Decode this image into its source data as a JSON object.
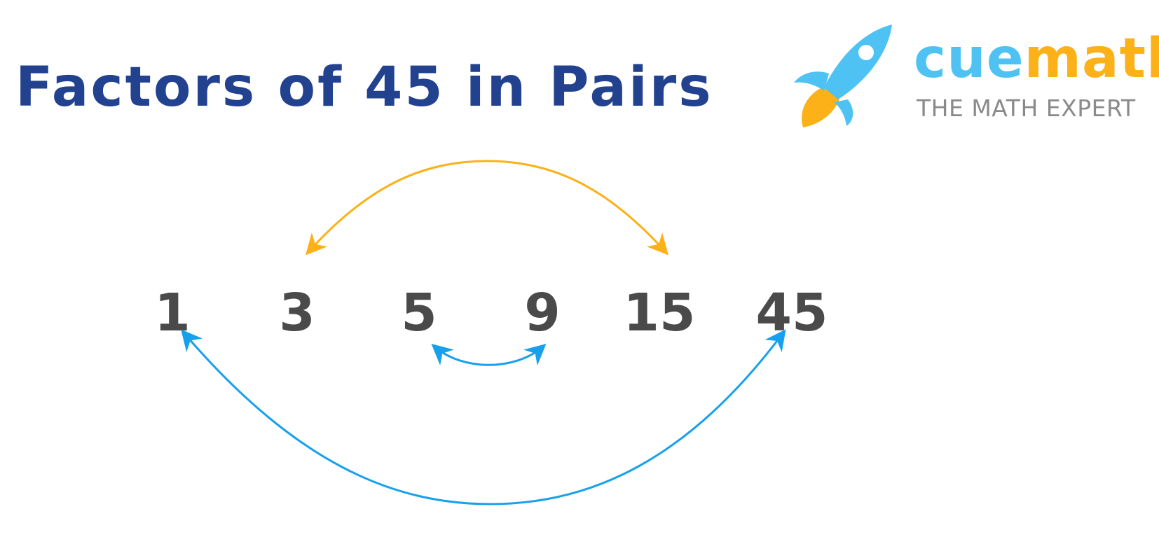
{
  "title": "Factors of 45 in Pairs",
  "brand": {
    "name_part1": "cue",
    "name_part2": "math",
    "tagline": "THE MATH EXPERT",
    "icon": "rocket-icon"
  },
  "factors": [
    "1",
    "3",
    "5",
    "9",
    "15",
    "45"
  ],
  "pairs": [
    {
      "from": "1",
      "to": "45",
      "side": "below",
      "color": "#17a1ec"
    },
    {
      "from": "3",
      "to": "15",
      "side": "above",
      "color": "#fbb117"
    },
    {
      "from": "5",
      "to": "9",
      "side": "below",
      "color": "#17a1ec"
    }
  ],
  "colors": {
    "title": "#22428f",
    "factor_text": "#4a4a4a",
    "brand_blue": "#4ec3f3",
    "brand_orange": "#fbb117",
    "tagline": "#8a8a8a",
    "arc_blue": "#17a1ec",
    "arc_orange": "#fbb117"
  }
}
